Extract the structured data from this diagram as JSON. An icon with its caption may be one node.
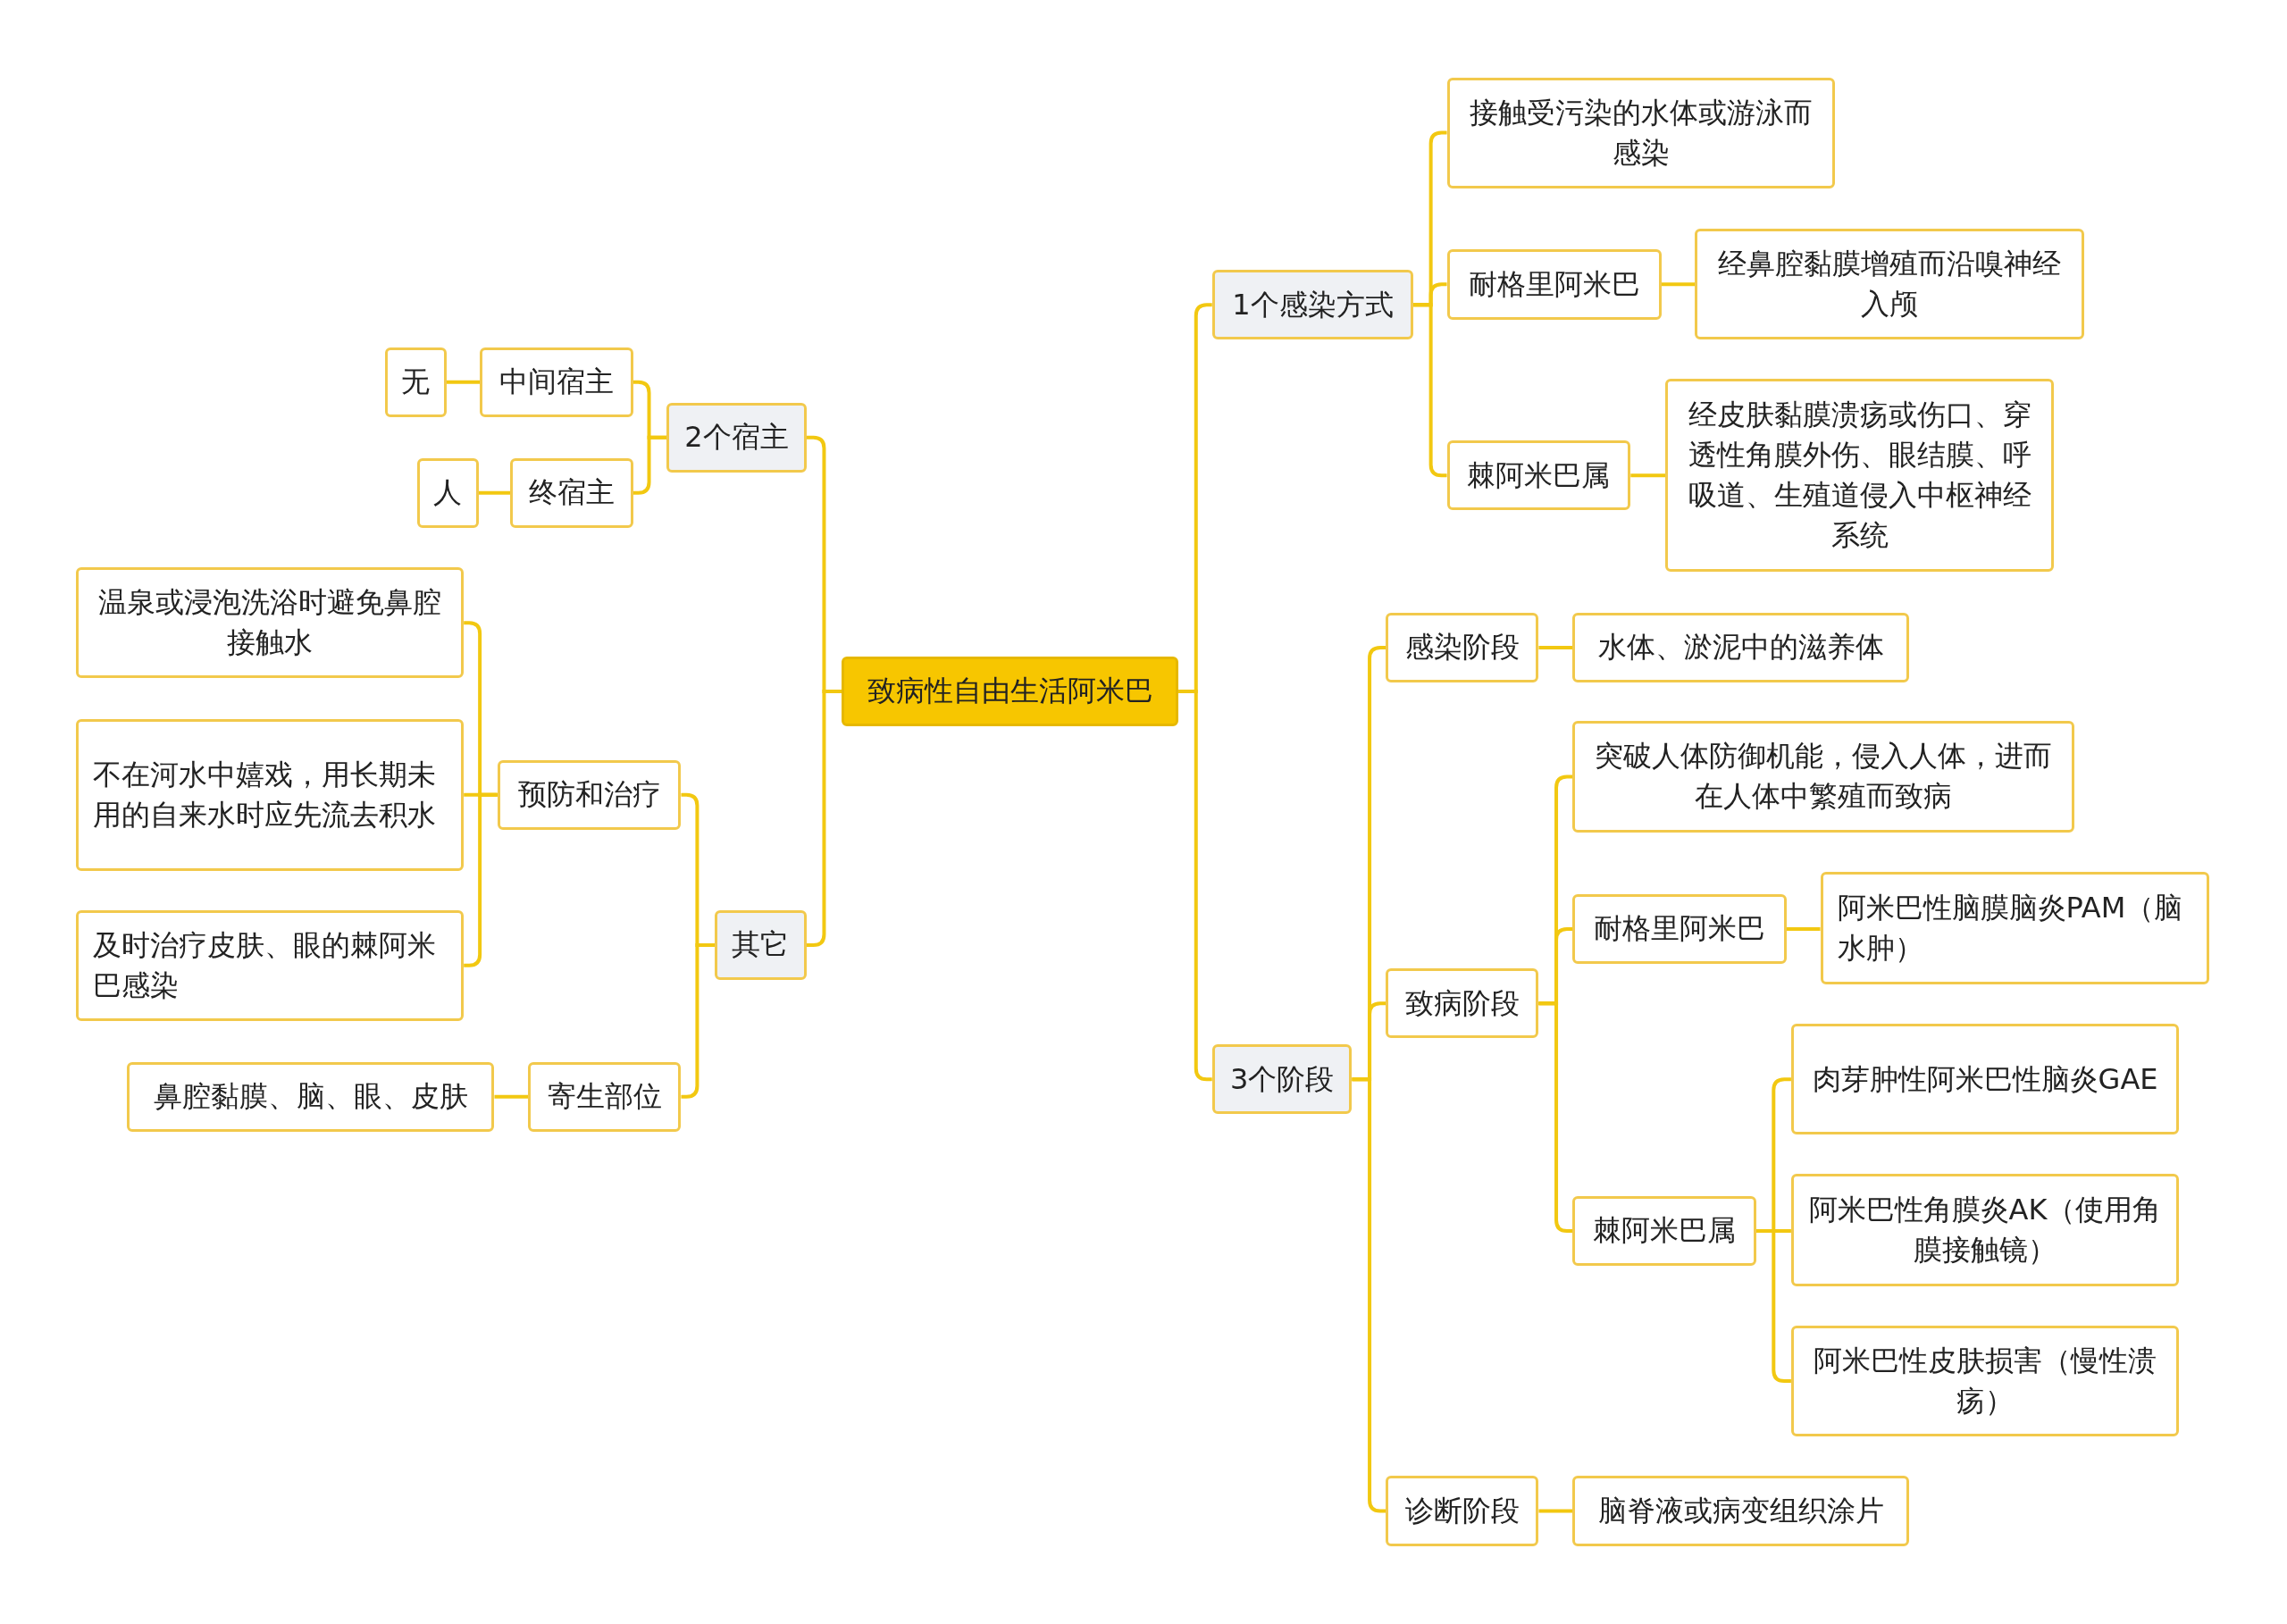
{
  "diagram": {
    "nodes": [
      {
        "text": [
          "致病性自由生活阿米巴"
        ]
      },
      {
        "text": [
          "1个感染方式"
        ]
      },
      {
        "text": [
          "接触受污染的水体或游泳而感染"
        ]
      },
      {
        "text": [
          "耐格里阿米巴"
        ]
      },
      {
        "text": [
          "经鼻腔黏膜增殖而沿嗅神经入颅"
        ]
      },
      {
        "text": [
          "棘阿米巴属"
        ]
      },
      {
        "text": [
          "经皮肤黏膜溃疡或伤口、穿透性角膜外伤、眼结膜、呼吸道、生殖道侵入中枢神经系统"
        ]
      },
      {
        "text": [
          "3个阶段"
        ]
      },
      {
        "text": [
          "感染阶段"
        ]
      },
      {
        "text": [
          "水体、淤泥中的滋养体"
        ]
      },
      {
        "text": [
          "致病阶段"
        ]
      },
      {
        "text": [
          "突破人体防御机能，侵入人体，进而在人体中繁殖而致病"
        ]
      },
      {
        "text": [
          "耐格里阿米巴"
        ]
      },
      {
        "text": [
          "阿米巴性脑膜脑炎PAM（脑水肿）"
        ]
      },
      {
        "text": [
          "棘阿米巴属"
        ]
      },
      {
        "text": [
          "肉芽肿性阿米巴性脑炎GAE"
        ]
      },
      {
        "text": [
          "阿米巴性角膜炎AK（使用角膜接触镜）"
        ]
      },
      {
        "text": [
          "阿米巴性皮肤损害（慢性溃疡）"
        ]
      },
      {
        "text": [
          "诊断阶段"
        ]
      },
      {
        "text": [
          "脑脊液或病变组织涂片"
        ]
      },
      {
        "text": [
          "2个宿主"
        ]
      },
      {
        "text": [
          "中间宿主"
        ]
      },
      {
        "text": [
          "无"
        ]
      },
      {
        "text": [
          "终宿主"
        ]
      },
      {
        "text": [
          "人"
        ]
      },
      {
        "text": [
          "其它"
        ]
      },
      {
        "text": [
          "预防和治疗"
        ]
      },
      {
        "text": [
          "温泉或浸泡洗浴时避免鼻腔接触水"
        ]
      },
      {
        "text": [
          "不在河水中嬉戏，用长期未用的自来水时应先流去积水"
        ]
      },
      {
        "text": [
          "及时治疗皮肤、眼的棘阿米巴感染"
        ]
      },
      {
        "text": [
          "寄生部位"
        ]
      },
      {
        "text": [
          "鼻腔黏膜、脑、眼、皮肤"
        ]
      }
    ],
    "edges": [
      {
        "from": 0,
        "to": 1,
        "arrow": "none"
      },
      {
        "from": 1,
        "to": 2,
        "arrow": "none"
      },
      {
        "from": 1,
        "to": 3,
        "arrow": "none"
      },
      {
        "from": 3,
        "to": 4,
        "arrow": "none"
      },
      {
        "from": 1,
        "to": 5,
        "arrow": "none"
      },
      {
        "from": 5,
        "to": 6,
        "arrow": "none"
      },
      {
        "from": 0,
        "to": 7,
        "arrow": "none"
      },
      {
        "from": 7,
        "to": 8,
        "arrow": "none"
      },
      {
        "from": 8,
        "to": 9,
        "arrow": "none"
      },
      {
        "from": 7,
        "to": 10,
        "arrow": "none"
      },
      {
        "from": 10,
        "to": 11,
        "arrow": "none"
      },
      {
        "from": 10,
        "to": 12,
        "arrow": "none"
      },
      {
        "from": 12,
        "to": 13,
        "arrow": "none"
      },
      {
        "from": 10,
        "to": 14,
        "arrow": "none"
      },
      {
        "from": 14,
        "to": 15,
        "arrow": "none"
      },
      {
        "from": 14,
        "to": 16,
        "arrow": "none"
      },
      {
        "from": 14,
        "to": 17,
        "arrow": "none"
      },
      {
        "from": 7,
        "to": 18,
        "arrow": "none"
      },
      {
        "from": 18,
        "to": 19,
        "arrow": "none"
      },
      {
        "from": 0,
        "to": 20,
        "arrow": "none"
      },
      {
        "from": 20,
        "to": 21,
        "arrow": "none"
      },
      {
        "from": 21,
        "to": 22,
        "arrow": "none"
      },
      {
        "from": 20,
        "to": 23,
        "arrow": "none"
      },
      {
        "from": 23,
        "to": 24,
        "arrow": "none"
      },
      {
        "from": 0,
        "to": 25,
        "arrow": "none"
      },
      {
        "from": 25,
        "to": 26,
        "arrow": "none"
      },
      {
        "from": 26,
        "to": 27,
        "arrow": "none"
      },
      {
        "from": 26,
        "to": 28,
        "arrow": "none"
      },
      {
        "from": 26,
        "to": 29,
        "arrow": "none"
      },
      {
        "from": 25,
        "to": 30,
        "arrow": "none"
      },
      {
        "from": 30,
        "to": 31,
        "arrow": "none"
      }
    ]
  }
}
